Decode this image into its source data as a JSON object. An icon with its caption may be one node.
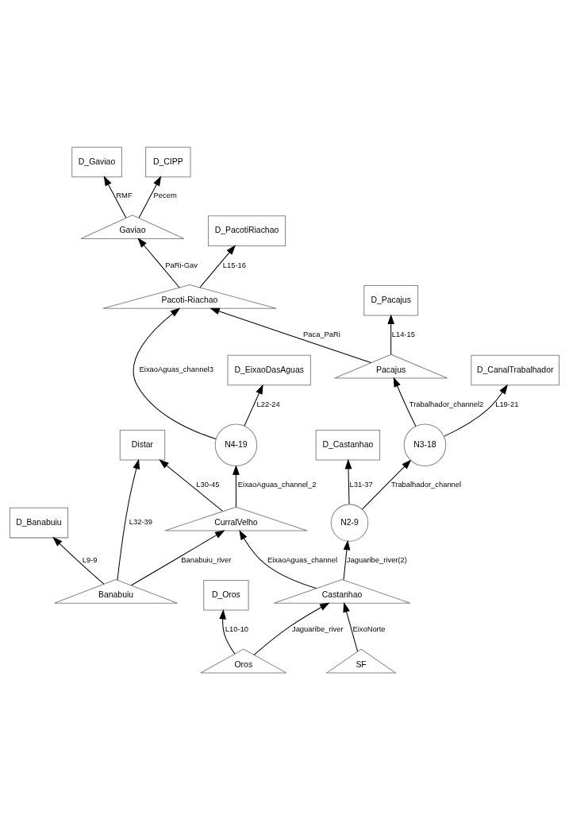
{
  "diagram": {
    "nodes": [
      {
        "text": [
          "D_Gaviao"
        ]
      },
      {
        "text": [
          "D_CIPP"
        ]
      },
      {
        "text": [
          "Gaviao"
        ]
      },
      {
        "text": [
          "Pacoti-Riachao"
        ]
      },
      {
        "text": [
          "D_PacotiRiachao"
        ]
      },
      {
        "text": [
          "D_EixaoDasAguas"
        ]
      },
      {
        "text": [
          "N4-19"
        ]
      },
      {
        "text": [
          "Pacajus"
        ]
      },
      {
        "text": [
          "D_Pacajus"
        ]
      },
      {
        "text": [
          "Distar"
        ]
      },
      {
        "text": [
          "Banabuiu"
        ]
      },
      {
        "text": [
          "CurralVelho"
        ]
      },
      {
        "text": [
          "N3-18"
        ]
      },
      {
        "text": [
          "D_CanalTrabalhador"
        ]
      },
      {
        "text": [
          "D_Banabuiu"
        ]
      },
      {
        "text": [
          "N2-9"
        ]
      },
      {
        "text": [
          "D_Castanhao"
        ]
      },
      {
        "text": [
          "Castanhao"
        ]
      },
      {
        "text": [
          "D_Oros"
        ]
      },
      {
        "text": [
          "SF"
        ]
      },
      {
        "text": [
          "Oros"
        ]
      }
    ],
    "edges": [
      {
        "from": 2,
        "to": 0,
        "arrow": "to",
        "label": "RMF"
      },
      {
        "from": 2,
        "to": 1,
        "arrow": "to",
        "label": "Pecem"
      },
      {
        "from": 3,
        "to": 2,
        "arrow": "to",
        "label": "PaRi-Gav"
      },
      {
        "from": 3,
        "to": 4,
        "arrow": "to",
        "label": "L15-16"
      },
      {
        "from": 7,
        "to": 3,
        "arrow": "to",
        "label": "Paca_PaRi"
      },
      {
        "from": 6,
        "to": 3,
        "arrow": "to",
        "label": "EixaoAguas_channel3"
      },
      {
        "from": 6,
        "to": 5,
        "arrow": "to",
        "label": "L22-24"
      },
      {
        "from": 7,
        "to": 8,
        "arrow": "to",
        "label": "L14-15"
      },
      {
        "from": 11,
        "to": 6,
        "arrow": "to",
        "label": "EixaoAguas_channel_2"
      },
      {
        "from": 12,
        "to": 7,
        "arrow": "to",
        "label": "Trabalhador_channel2"
      },
      {
        "from": 10,
        "to": 9,
        "arrow": "to",
        "label": "L32-39"
      },
      {
        "from": 11,
        "to": 9,
        "arrow": "to",
        "label": "L30-45"
      },
      {
        "from": 10,
        "to": 11,
        "arrow": "to",
        "label": "Banabuiu_river"
      },
      {
        "from": 10,
        "to": 14,
        "arrow": "to",
        "label": "L9-9"
      },
      {
        "from": 12,
        "to": 13,
        "arrow": "to",
        "label": "L19-21"
      },
      {
        "from": 15,
        "to": 12,
        "arrow": "to",
        "label": "Trabalhador_channel"
      },
      {
        "from": 17,
        "to": 11,
        "arrow": "to",
        "label": "EixaoAguas_channel"
      },
      {
        "from": 17,
        "to": 15,
        "arrow": "to",
        "label": "Jaguaribe_river(2)"
      },
      {
        "from": 15,
        "to": 16,
        "arrow": "to",
        "label": "L31-37"
      },
      {
        "from": 19,
        "to": 17,
        "arrow": "to",
        "label": "EixoNorte"
      },
      {
        "from": 20,
        "to": 17,
        "arrow": "to",
        "label": "Jaguaribe_river"
      },
      {
        "from": 20,
        "to": 18,
        "arrow": "to",
        "label": "L10-10"
      }
    ]
  }
}
